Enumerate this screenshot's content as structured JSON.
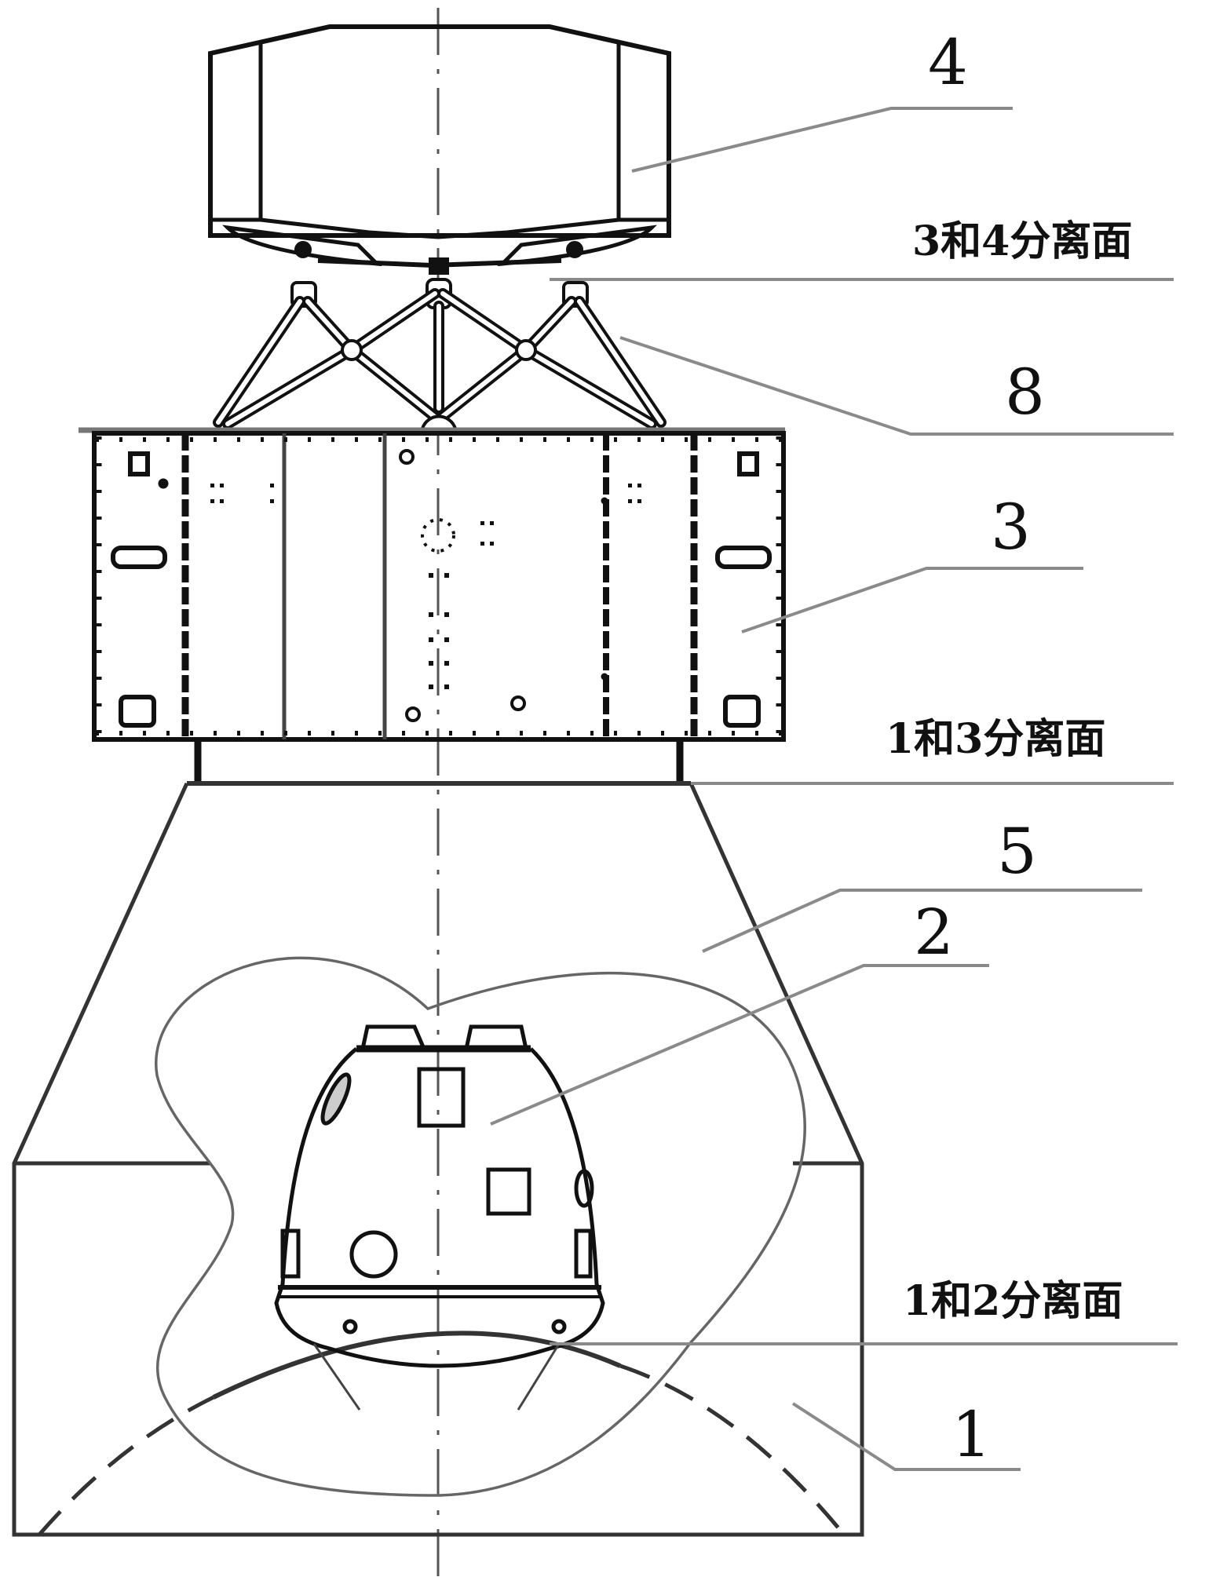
{
  "figure": {
    "type": "technical line drawing (front elevation)",
    "colors": {
      "ink": "#111111",
      "leader": "#8a8a8a",
      "background": "#ffffff"
    }
  },
  "callouts": [
    {
      "id": "4",
      "label": "4"
    },
    {
      "id": "8",
      "label": "8"
    },
    {
      "id": "3",
      "label": "3"
    },
    {
      "id": "5",
      "label": "5"
    },
    {
      "id": "2",
      "label": "2"
    },
    {
      "id": "1",
      "label": "1"
    }
  ],
  "separation_planes": [
    {
      "id": "3-4",
      "label": "3和4分离面"
    },
    {
      "id": "1-3",
      "label": "1和3分离面"
    },
    {
      "id": "1-2",
      "label": "1和2分离面"
    }
  ]
}
